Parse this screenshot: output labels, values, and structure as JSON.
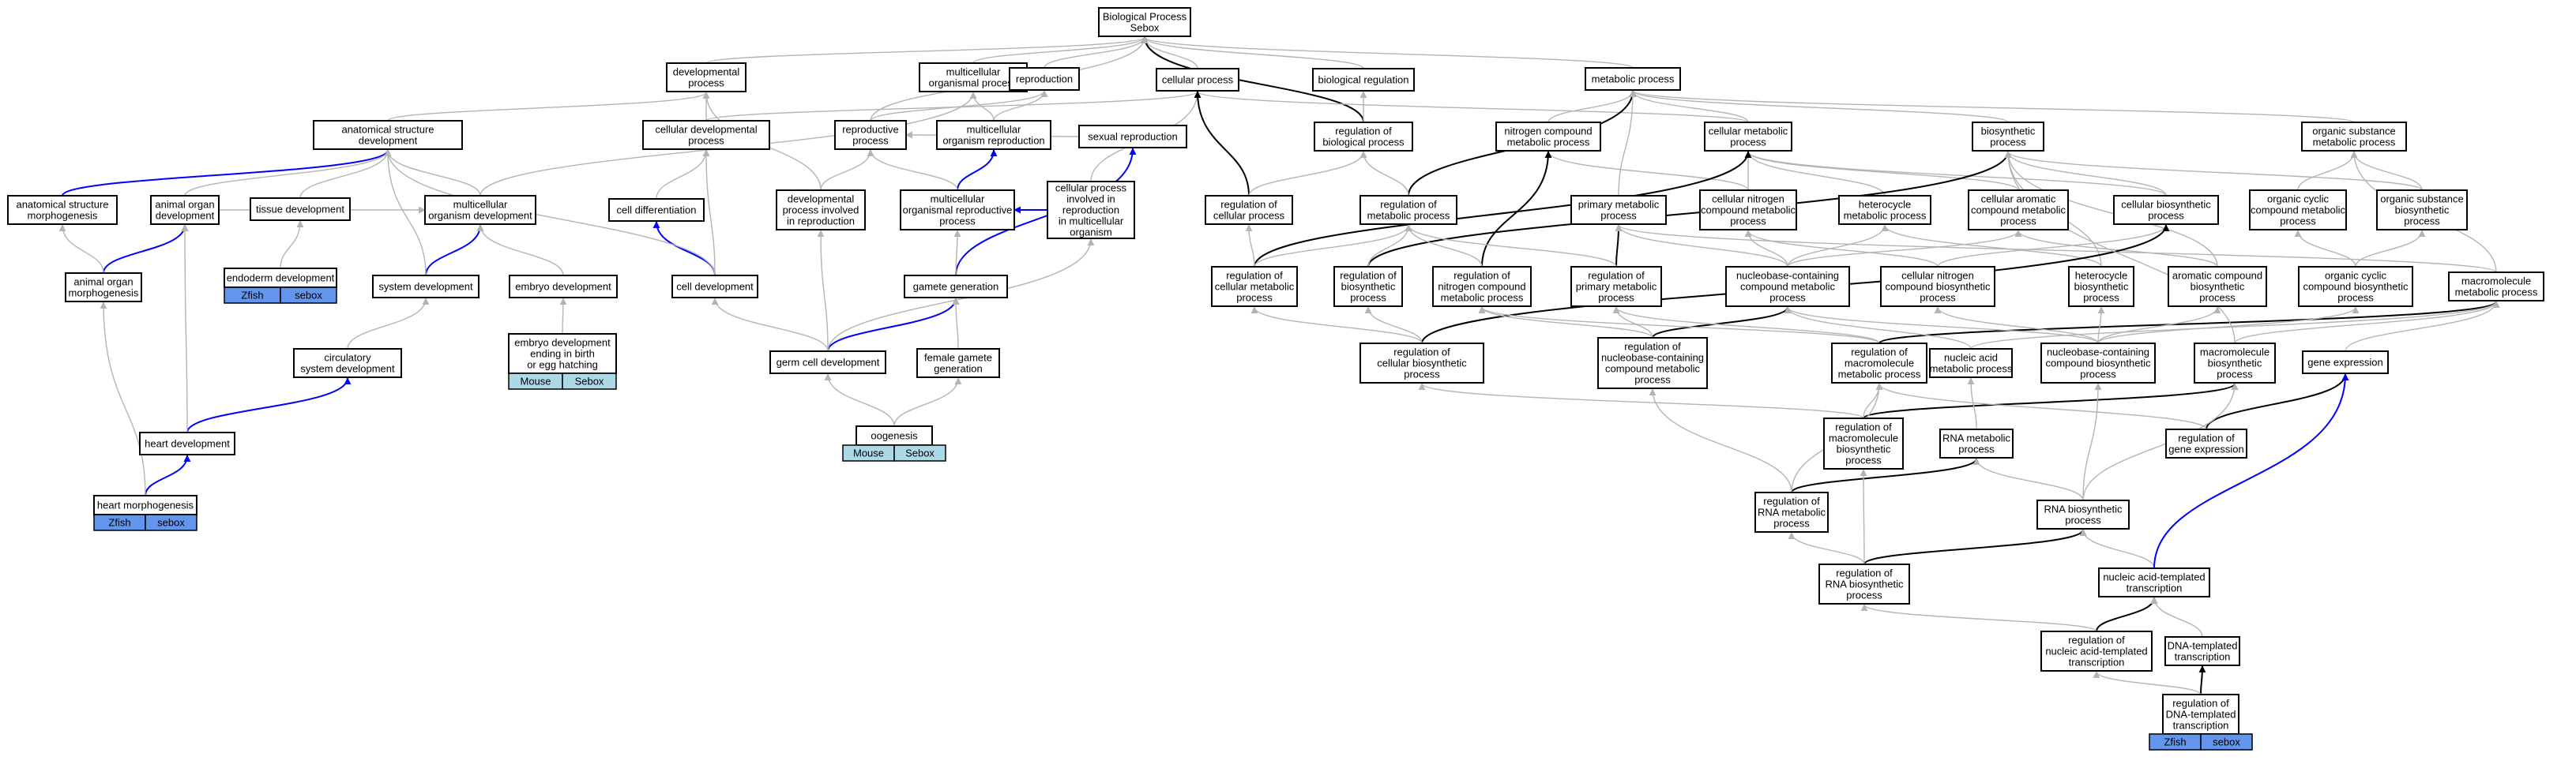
{
  "colors": {
    "is_a_edge": "#b4b4b4",
    "part_of_edge": "#0000ff",
    "regulates_edge": "#000000",
    "zfish_tag": "#6495ed",
    "mouse_tag": "#add8e6"
  },
  "nodes": [
    {
      "id": "bp",
      "lines": [
        "Biological Process",
        "Sebox"
      ]
    },
    {
      "id": "devproc",
      "lines": [
        "developmental",
        "process"
      ]
    },
    {
      "id": "mcop",
      "lines": [
        "multicellular",
        "organismal process"
      ]
    },
    {
      "id": "repro",
      "lines": [
        "reproduction"
      ]
    },
    {
      "id": "cellproc",
      "lines": [
        "cellular process"
      ]
    },
    {
      "id": "bioreg",
      "lines": [
        "biological regulation"
      ]
    },
    {
      "id": "metproc",
      "lines": [
        "metabolic process"
      ]
    },
    {
      "id": "asd",
      "lines": [
        "anatomical structure",
        "development"
      ]
    },
    {
      "id": "celldevproc",
      "lines": [
        "cellular developmental",
        "process"
      ]
    },
    {
      "id": "reproproc",
      "lines": [
        "reproductive",
        "process"
      ]
    },
    {
      "id": "mcorepro",
      "lines": [
        "multicellular",
        "organism reproduction"
      ]
    },
    {
      "id": "sexrepro",
      "lines": [
        "sexual reproduction"
      ]
    },
    {
      "id": "regbioproc",
      "lines": [
        "regulation of",
        "biological process"
      ]
    },
    {
      "id": "ncmp",
      "lines": [
        "nitrogen compound",
        "metabolic process"
      ]
    },
    {
      "id": "cmp",
      "lines": [
        "cellular metabolic",
        "process"
      ]
    },
    {
      "id": "biosyn",
      "lines": [
        "biosynthetic",
        "process"
      ]
    },
    {
      "id": "osmp",
      "lines": [
        "organic substance",
        "metabolic process"
      ]
    },
    {
      "id": "asm",
      "lines": [
        "anatomical structure",
        "morphogenesis"
      ]
    },
    {
      "id": "aod",
      "lines": [
        "animal organ",
        "development"
      ]
    },
    {
      "id": "tissdev",
      "lines": [
        "tissue development"
      ]
    },
    {
      "id": "mcod",
      "lines": [
        "multicellular",
        "organism development"
      ]
    },
    {
      "id": "celldiff",
      "lines": [
        "cell differentiation"
      ]
    },
    {
      "id": "dpir",
      "lines": [
        "developmental",
        "process involved",
        "in reproduction"
      ]
    },
    {
      "id": "morp",
      "lines": [
        "multicellular",
        "organismal reproductive",
        "process"
      ]
    },
    {
      "id": "cpirmo",
      "lines": [
        "cellular process",
        "involved in",
        "reproduction",
        "in multicellular",
        "organism"
      ]
    },
    {
      "id": "regcp",
      "lines": [
        "regulation of",
        "cellular process"
      ]
    },
    {
      "id": "regmp",
      "lines": [
        "regulation of",
        "metabolic process"
      ]
    },
    {
      "id": "primmp",
      "lines": [
        "primary metabolic",
        "process"
      ]
    },
    {
      "id": "cncmp",
      "lines": [
        "cellular nitrogen",
        "compound metabolic",
        "process"
      ]
    },
    {
      "id": "hetmp",
      "lines": [
        "heterocycle",
        "metabolic process"
      ]
    },
    {
      "id": "cacmp",
      "lines": [
        "cellular aromatic",
        "compound metabolic",
        "process"
      ]
    },
    {
      "id": "cbp",
      "lines": [
        "cellular biosynthetic",
        "process"
      ]
    },
    {
      "id": "occmp",
      "lines": [
        "organic cyclic",
        "compound metabolic",
        "process"
      ]
    },
    {
      "id": "osbp",
      "lines": [
        "organic substance",
        "biosynthetic",
        "process"
      ]
    },
    {
      "id": "aom",
      "lines": [
        "animal organ",
        "morphogenesis"
      ]
    },
    {
      "id": "endo",
      "lines": [
        "endoderm development"
      ]
    },
    {
      "id": "sysdev",
      "lines": [
        "system development"
      ]
    },
    {
      "id": "embdev",
      "lines": [
        "embryo development"
      ]
    },
    {
      "id": "celldev",
      "lines": [
        "cell development"
      ]
    },
    {
      "id": "gametegen",
      "lines": [
        "gamete generation"
      ]
    },
    {
      "id": "regcmp",
      "lines": [
        "regulation of",
        "cellular metabolic",
        "process"
      ]
    },
    {
      "id": "regbp",
      "lines": [
        "regulation of",
        "biosynthetic",
        "process"
      ]
    },
    {
      "id": "regncmp",
      "lines": [
        "regulation of",
        "nitrogen compound",
        "metabolic process"
      ]
    },
    {
      "id": "regpmp",
      "lines": [
        "regulation of",
        "primary metabolic",
        "process"
      ]
    },
    {
      "id": "nbccmp",
      "lines": [
        "nucleobase-containing",
        "compound metabolic",
        "process"
      ]
    },
    {
      "id": "cncbp",
      "lines": [
        "cellular nitrogen",
        "compound biosynthetic",
        "process"
      ]
    },
    {
      "id": "hetbp",
      "lines": [
        "heterocycle",
        "biosynthetic",
        "process"
      ]
    },
    {
      "id": "acbp",
      "lines": [
        "aromatic compound",
        "biosynthetic",
        "process"
      ]
    },
    {
      "id": "occbp",
      "lines": [
        "organic cyclic",
        "compound biosynthetic",
        "process"
      ]
    },
    {
      "id": "macmp",
      "lines": [
        "macromolecule",
        "metabolic process"
      ]
    },
    {
      "id": "embdevbirth",
      "lines": [
        "embryo development",
        "ending in birth",
        "or egg hatching"
      ]
    },
    {
      "id": "circsys",
      "lines": [
        "circulatory",
        "system development"
      ]
    },
    {
      "id": "germcell",
      "lines": [
        "germ cell development"
      ]
    },
    {
      "id": "femgam",
      "lines": [
        "female gamete",
        "generation"
      ]
    },
    {
      "id": "regcbp",
      "lines": [
        "regulation of",
        "cellular biosynthetic",
        "process"
      ]
    },
    {
      "id": "regnbccmp",
      "lines": [
        "regulation of",
        "nucleobase-containing",
        "compound metabolic",
        "process"
      ]
    },
    {
      "id": "regmacmp",
      "lines": [
        "regulation of",
        "macromolecule",
        "metabolic process"
      ]
    },
    {
      "id": "namp",
      "lines": [
        "nucleic acid",
        "metabolic process"
      ]
    },
    {
      "id": "nbccbp",
      "lines": [
        "nucleobase-containing",
        "compound biosynthetic",
        "process"
      ]
    },
    {
      "id": "macbp",
      "lines": [
        "macromolecule",
        "biosynthetic",
        "process"
      ]
    },
    {
      "id": "geneexp",
      "lines": [
        "gene expression"
      ]
    },
    {
      "id": "heartdev",
      "lines": [
        "heart development"
      ]
    },
    {
      "id": "oogen",
      "lines": [
        "oogenesis"
      ]
    },
    {
      "id": "regmacbp",
      "lines": [
        "regulation of",
        "macromolecule",
        "biosynthetic",
        "process"
      ]
    },
    {
      "id": "rnamp",
      "lines": [
        "RNA metabolic",
        "process"
      ]
    },
    {
      "id": "reggeneexp",
      "lines": [
        "regulation of",
        "gene expression"
      ]
    },
    {
      "id": "heartmorph",
      "lines": [
        "heart morphogenesis"
      ]
    },
    {
      "id": "regrnamp",
      "lines": [
        "regulation of",
        "RNA metabolic",
        "process"
      ]
    },
    {
      "id": "rnabp",
      "lines": [
        "RNA biosynthetic",
        "process"
      ]
    },
    {
      "id": "regrnabp",
      "lines": [
        "regulation of",
        "RNA biosynthetic",
        "process"
      ]
    },
    {
      "id": "natt",
      "lines": [
        "nucleic acid-templated",
        "transcription"
      ]
    },
    {
      "id": "regnatt",
      "lines": [
        "regulation of",
        "nucleic acid-templated",
        "transcription"
      ]
    },
    {
      "id": "dnatt",
      "lines": [
        "DNA-templated",
        "transcription"
      ]
    },
    {
      "id": "regdnatt",
      "lines": [
        "regulation of",
        "DNA-templated",
        "transcription"
      ]
    }
  ],
  "annotations": [
    {
      "node": "endo",
      "labels": [
        "Zfish",
        "sebox"
      ],
      "kind": "zfish"
    },
    {
      "node": "embdevbirth",
      "labels": [
        "Mouse",
        "Sebox"
      ],
      "kind": "mouse"
    },
    {
      "node": "oogen",
      "labels": [
        "Mouse",
        "Sebox"
      ],
      "kind": "mouse"
    },
    {
      "node": "heartmorph",
      "labels": [
        "Zfish",
        "sebox"
      ],
      "kind": "zfish"
    },
    {
      "node": "regdnatt",
      "labels": [
        "Zfish",
        "sebox"
      ],
      "kind": "zfish"
    }
  ],
  "edges": [
    [
      "devproc",
      "bp",
      "is_a"
    ],
    [
      "mcop",
      "bp",
      "is_a"
    ],
    [
      "repro",
      "bp",
      "is_a"
    ],
    [
      "cellproc",
      "bp",
      "is_a"
    ],
    [
      "bioreg",
      "bp",
      "is_a"
    ],
    [
      "metproc",
      "bp",
      "is_a"
    ],
    [
      "regbioproc",
      "bp",
      "regulates"
    ],
    [
      "asd",
      "devproc",
      "is_a"
    ],
    [
      "reproproc",
      "repro",
      "is_a"
    ],
    [
      "reproproc",
      "bp",
      "is_a"
    ],
    [
      "mcorepro",
      "repro",
      "is_a"
    ],
    [
      "mcorepro",
      "mcop",
      "is_a"
    ],
    [
      "sexrepro",
      "reproproc",
      "is_a"
    ],
    [
      "celldevproc",
      "devproc",
      "is_a"
    ],
    [
      "celldevproc",
      "cellproc",
      "is_a"
    ],
    [
      "regbioproc",
      "bioreg",
      "is_a"
    ],
    [
      "ncmp",
      "metproc",
      "is_a"
    ],
    [
      "cmp",
      "metproc",
      "is_a"
    ],
    [
      "cmp",
      "cellproc",
      "is_a"
    ],
    [
      "biosyn",
      "metproc",
      "is_a"
    ],
    [
      "osmp",
      "metproc",
      "is_a"
    ],
    [
      "asm",
      "asd",
      "part_of"
    ],
    [
      "aod",
      "asd",
      "is_a"
    ],
    [
      "aod",
      "mcod",
      "is_a"
    ],
    [
      "tissdev",
      "asd",
      "is_a"
    ],
    [
      "mcod",
      "asd",
      "is_a"
    ],
    [
      "mcod",
      "mcop",
      "is_a"
    ],
    [
      "celldiff",
      "celldevproc",
      "is_a"
    ],
    [
      "dpir",
      "reproproc",
      "is_a"
    ],
    [
      "dpir",
      "devproc",
      "is_a"
    ],
    [
      "morp",
      "mcorepro",
      "part_of"
    ],
    [
      "morp",
      "reproproc",
      "is_a"
    ],
    [
      "cpirmo",
      "morp",
      "part_of"
    ],
    [
      "cpirmo",
      "cellproc",
      "is_a"
    ],
    [
      "regcp",
      "cellproc",
      "regulates"
    ],
    [
      "regcp",
      "regbioproc",
      "is_a"
    ],
    [
      "regmp",
      "metproc",
      "regulates"
    ],
    [
      "regmp",
      "regbioproc",
      "is_a"
    ],
    [
      "primmp",
      "metproc",
      "is_a"
    ],
    [
      "cncmp",
      "ncmp",
      "is_a"
    ],
    [
      "cncmp",
      "cmp",
      "is_a"
    ],
    [
      "hetmp",
      "cmp",
      "is_a"
    ],
    [
      "cacmp",
      "cmp",
      "is_a"
    ],
    [
      "cbp",
      "biosyn",
      "is_a"
    ],
    [
      "cbp",
      "cmp",
      "is_a"
    ],
    [
      "occmp",
      "osmp",
      "is_a"
    ],
    [
      "osbp",
      "osmp",
      "is_a"
    ],
    [
      "osbp",
      "biosyn",
      "is_a"
    ],
    [
      "aom",
      "aod",
      "part_of"
    ],
    [
      "aom",
      "asm",
      "is_a"
    ],
    [
      "endo",
      "tissdev",
      "is_a"
    ],
    [
      "sysdev",
      "mcod",
      "part_of"
    ],
    [
      "sysdev",
      "asd",
      "is_a"
    ],
    [
      "embdev",
      "mcod",
      "is_a"
    ],
    [
      "celldev",
      "celldiff",
      "part_of"
    ],
    [
      "celldev",
      "asd",
      "is_a"
    ],
    [
      "celldev",
      "celldevproc",
      "is_a"
    ],
    [
      "gametegen",
      "sexrepro",
      "part_of"
    ],
    [
      "gametegen",
      "morp",
      "is_a"
    ],
    [
      "regcmp",
      "cmp",
      "regulates"
    ],
    [
      "regcmp",
      "regmp",
      "is_a"
    ],
    [
      "regcmp",
      "regcp",
      "is_a"
    ],
    [
      "regbp",
      "biosyn",
      "regulates"
    ],
    [
      "regbp",
      "regmp",
      "is_a"
    ],
    [
      "regncmp",
      "ncmp",
      "regulates"
    ],
    [
      "regncmp",
      "regmp",
      "is_a"
    ],
    [
      "regpmp",
      "primmp",
      "regulates"
    ],
    [
      "regpmp",
      "regmp",
      "is_a"
    ],
    [
      "nbccmp",
      "cncmp",
      "is_a"
    ],
    [
      "nbccmp",
      "hetmp",
      "is_a"
    ],
    [
      "nbccmp",
      "cacmp",
      "is_a"
    ],
    [
      "nbccmp",
      "primmp",
      "is_a"
    ],
    [
      "cncbp",
      "cncmp",
      "is_a"
    ],
    [
      "cncbp",
      "cbp",
      "is_a"
    ],
    [
      "hetbp",
      "hetmp",
      "is_a"
    ],
    [
      "hetbp",
      "biosyn",
      "is_a"
    ],
    [
      "acbp",
      "cacmp",
      "is_a"
    ],
    [
      "acbp",
      "biosyn",
      "is_a"
    ],
    [
      "occbp",
      "occmp",
      "is_a"
    ],
    [
      "occbp",
      "osbp",
      "is_a"
    ],
    [
      "macmp",
      "primmp",
      "is_a"
    ],
    [
      "macmp",
      "osmp",
      "is_a"
    ],
    [
      "embdevbirth",
      "embdev",
      "is_a"
    ],
    [
      "circsys",
      "sysdev",
      "is_a"
    ],
    [
      "germcell",
      "gametegen",
      "part_of"
    ],
    [
      "germcell",
      "celldev",
      "is_a"
    ],
    [
      "germcell",
      "dpir",
      "is_a"
    ],
    [
      "germcell",
      "cpirmo",
      "is_a"
    ],
    [
      "femgam",
      "gametegen",
      "is_a"
    ],
    [
      "regcbp",
      "cbp",
      "regulates"
    ],
    [
      "regcbp",
      "regcmp",
      "is_a"
    ],
    [
      "regcbp",
      "regbp",
      "is_a"
    ],
    [
      "regnbccmp",
      "nbccmp",
      "regulates"
    ],
    [
      "regnbccmp",
      "regncmp",
      "is_a"
    ],
    [
      "regnbccmp",
      "regpmp",
      "is_a"
    ],
    [
      "regmacmp",
      "macmp",
      "regulates"
    ],
    [
      "regmacmp",
      "regpmp",
      "is_a"
    ],
    [
      "regmacmp",
      "regncmp",
      "is_a"
    ],
    [
      "namp",
      "nbccmp",
      "is_a"
    ],
    [
      "namp",
      "macmp",
      "is_a"
    ],
    [
      "nbccbp",
      "nbccmp",
      "is_a"
    ],
    [
      "nbccbp",
      "cncbp",
      "is_a"
    ],
    [
      "nbccbp",
      "hetbp",
      "is_a"
    ],
    [
      "nbccbp",
      "acbp",
      "is_a"
    ],
    [
      "nbccbp",
      "occbp",
      "is_a"
    ],
    [
      "macbp",
      "macmp",
      "is_a"
    ],
    [
      "macbp",
      "biosyn",
      "is_a"
    ],
    [
      "geneexp",
      "macmp",
      "is_a"
    ],
    [
      "heartdev",
      "circsys",
      "part_of"
    ],
    [
      "heartdev",
      "aod",
      "is_a"
    ],
    [
      "oogen",
      "femgam",
      "is_a"
    ],
    [
      "oogen",
      "germcell",
      "is_a"
    ],
    [
      "regmacbp",
      "macbp",
      "regulates"
    ],
    [
      "regmacbp",
      "regmacmp",
      "is_a"
    ],
    [
      "regmacbp",
      "regcbp",
      "is_a"
    ],
    [
      "rnamp",
      "namp",
      "is_a"
    ],
    [
      "reggeneexp",
      "geneexp",
      "regulates"
    ],
    [
      "reggeneexp",
      "regmacmp",
      "is_a"
    ],
    [
      "heartmorph",
      "heartdev",
      "part_of"
    ],
    [
      "heartmorph",
      "aom",
      "is_a"
    ],
    [
      "regrnamp",
      "rnamp",
      "regulates"
    ],
    [
      "regrnamp",
      "regnbccmp",
      "is_a"
    ],
    [
      "regrnamp",
      "regmacmp",
      "is_a"
    ],
    [
      "rnabp",
      "rnamp",
      "is_a"
    ],
    [
      "rnabp",
      "nbccbp",
      "is_a"
    ],
    [
      "rnabp",
      "macbp",
      "is_a"
    ],
    [
      "regrnabp",
      "rnabp",
      "regulates"
    ],
    [
      "regrnabp",
      "regrnamp",
      "is_a"
    ],
    [
      "regrnabp",
      "regmacbp",
      "is_a"
    ],
    [
      "natt",
      "rnabp",
      "is_a"
    ],
    [
      "natt",
      "geneexp",
      "part_of"
    ],
    [
      "regnatt",
      "natt",
      "regulates"
    ],
    [
      "regnatt",
      "regrnabp",
      "is_a"
    ],
    [
      "dnatt",
      "natt",
      "is_a"
    ],
    [
      "regdnatt",
      "dnatt",
      "regulates"
    ],
    [
      "regdnatt",
      "regnatt",
      "is_a"
    ]
  ]
}
